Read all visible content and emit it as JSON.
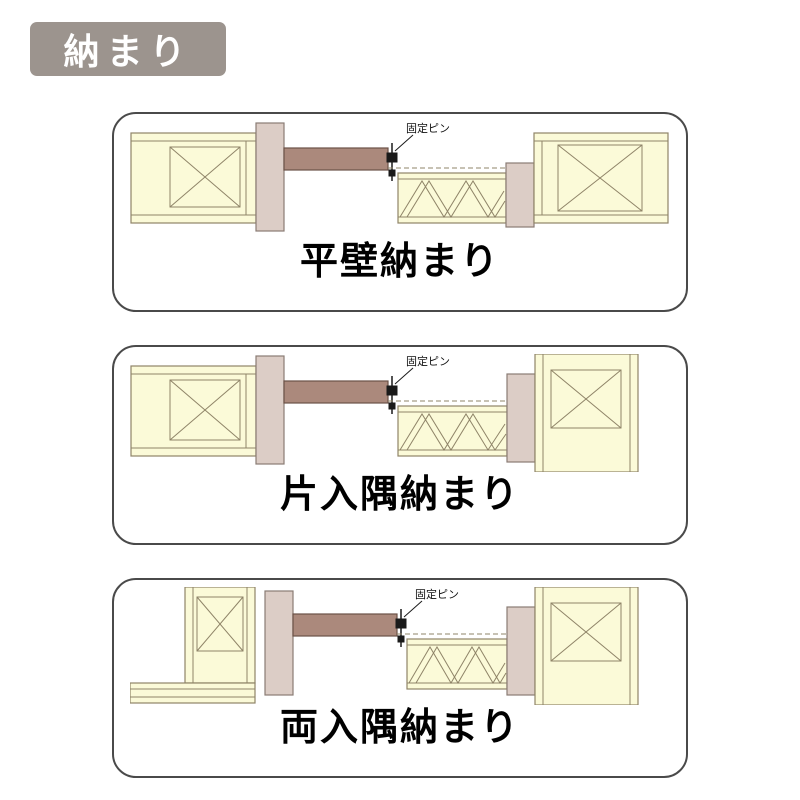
{
  "page": {
    "badge": "納まり"
  },
  "pin_label": "固定ピン",
  "panels": [
    {
      "id": "flat-wall",
      "label": "平壁納まり"
    },
    {
      "id": "single-inside-corner",
      "label": "片入隅納まり"
    },
    {
      "id": "double-inside-corner",
      "label": "両入隅納まり"
    }
  ],
  "colors": {
    "badge_bg": "#9c948e",
    "panel_border": "#4a4a4a",
    "wall_fill": "#fbfad8",
    "drawing_line": "#8f8468",
    "post_fill": "#dccdc6",
    "bar_fill": "#ab897c",
    "pin_color": "#1a1a1a",
    "label_color": "#000000"
  }
}
